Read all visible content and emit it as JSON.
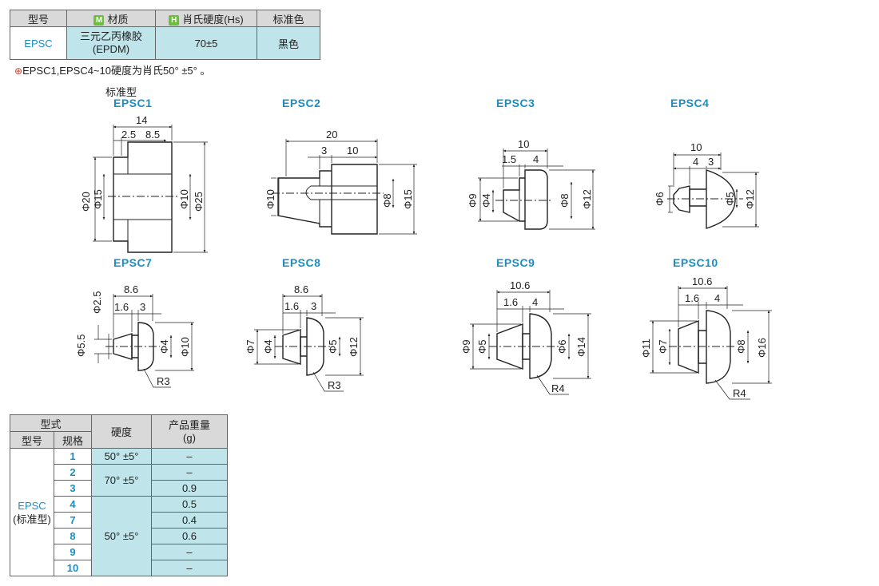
{
  "material_table": {
    "headers": {
      "model": "型号",
      "material": "材质",
      "hardness": "肖氏硬度(Hs)",
      "color": "标准色"
    },
    "badges": {
      "material": "M",
      "hardness": "H"
    },
    "row": {
      "model": "EPSC",
      "material_line1": "三元乙丙橡胶",
      "material_line2": "(EPDM)",
      "hardness": "70±5",
      "color": "黑色"
    }
  },
  "note": {
    "icon": "⊕",
    "text": "EPSC1,EPSC4~10硬度为肖氏50° ±5° 。"
  },
  "section_label": "标准型",
  "drawings": {
    "epsc1": {
      "title": "EPSC1",
      "dims": [
        "14",
        "2.5",
        "8.5",
        "Φ20",
        "Φ15",
        "Φ10",
        "Φ25"
      ]
    },
    "epsc2": {
      "title": "EPSC2",
      "dims": [
        "20",
        "3",
        "10",
        "Φ10",
        "Φ8",
        "Φ15"
      ]
    },
    "epsc3": {
      "title": "EPSC3",
      "dims": [
        "10",
        "1.5",
        "4",
        "Φ9",
        "Φ4",
        "Φ8",
        "Φ12"
      ]
    },
    "epsc4": {
      "title": "EPSC4",
      "dims": [
        "10",
        "4",
        "3",
        "Φ6",
        "Φ5",
        "Φ12"
      ]
    },
    "epsc7": {
      "title": "EPSC7",
      "dims": [
        "8.6",
        "1.6",
        "3",
        "Φ2.5",
        "Φ5.5",
        "Φ4",
        "Φ10",
        "R3"
      ]
    },
    "epsc8": {
      "title": "EPSC8",
      "dims": [
        "8.6",
        "1.6",
        "3",
        "Φ7",
        "Φ4",
        "Φ5",
        "Φ12",
        "R3"
      ]
    },
    "epsc9": {
      "title": "EPSC9",
      "dims": [
        "10.6",
        "1.6",
        "4",
        "Φ9",
        "Φ5",
        "Φ6",
        "Φ14",
        "R4"
      ]
    },
    "epsc10": {
      "title": "EPSC10",
      "dims": [
        "10.6",
        "1.6",
        "4",
        "Φ11",
        "Φ7",
        "Φ8",
        "Φ16",
        "R4"
      ]
    }
  },
  "spec_table": {
    "headers": {
      "type": "型式",
      "model": "型号",
      "size": "规格",
      "hardness": "硬度",
      "weight_l1": "产品重量",
      "weight_l2": "(g)"
    },
    "model_l1": "EPSC",
    "model_l2": "(标准型)",
    "rows": [
      {
        "size": "1",
        "weight": "–"
      },
      {
        "size": "2",
        "weight": "–"
      },
      {
        "size": "3",
        "weight": "0.9"
      },
      {
        "size": "4",
        "weight": "0.5"
      },
      {
        "size": "7",
        "weight": "0.4"
      },
      {
        "size": "8",
        "weight": "0.6"
      },
      {
        "size": "9",
        "weight": "–"
      },
      {
        "size": "10",
        "weight": "–"
      }
    ],
    "hardness_a": "50° ±5°",
    "hardness_b": "70° ±5°",
    "hardness_c": "50° ±5°"
  }
}
